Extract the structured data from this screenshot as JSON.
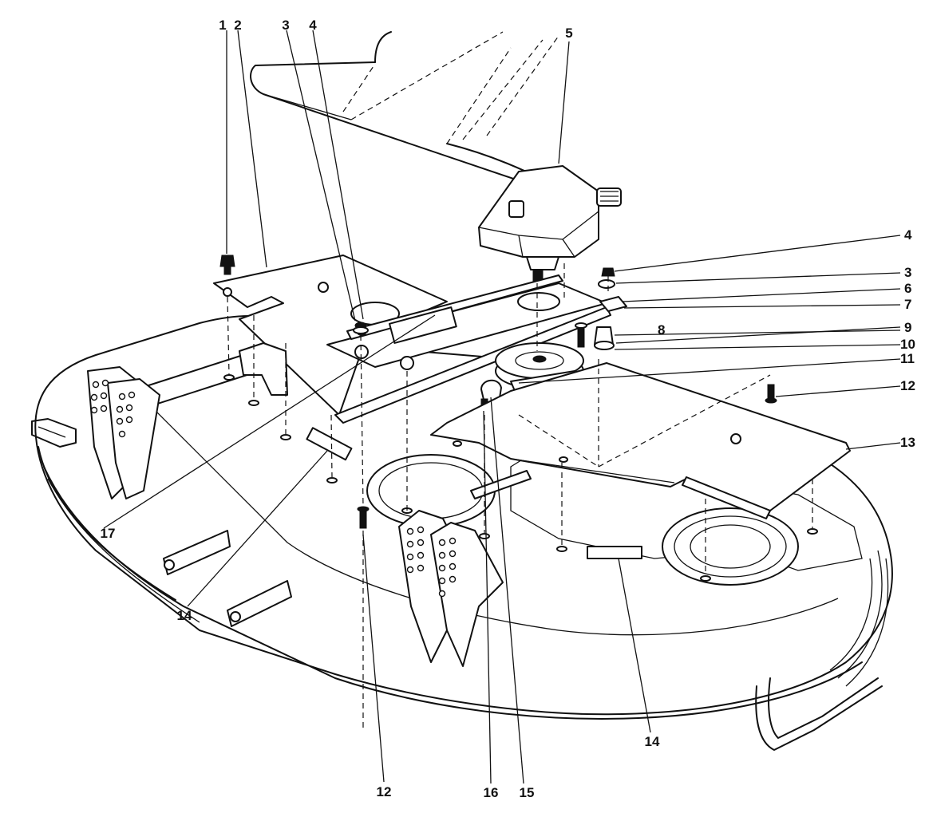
{
  "diagram": {
    "callouts": [
      {
        "id": "c1",
        "text": "1"
      },
      {
        "id": "c2",
        "text": "2"
      },
      {
        "id": "c3a",
        "text": "3"
      },
      {
        "id": "c4a",
        "text": "4"
      },
      {
        "id": "c5",
        "text": "5"
      },
      {
        "id": "c4b",
        "text": "4"
      },
      {
        "id": "c3b",
        "text": "3"
      },
      {
        "id": "c6",
        "text": "6"
      },
      {
        "id": "c7",
        "text": "7"
      },
      {
        "id": "c8",
        "text": "8"
      },
      {
        "id": "c9",
        "text": "9"
      },
      {
        "id": "c10",
        "text": "10"
      },
      {
        "id": "c11",
        "text": "11"
      },
      {
        "id": "c12a",
        "text": "12"
      },
      {
        "id": "c13",
        "text": "13"
      },
      {
        "id": "c17",
        "text": "17"
      },
      {
        "id": "c14a",
        "text": "14"
      },
      {
        "id": "c14b",
        "text": "14"
      },
      {
        "id": "c12b",
        "text": "12"
      },
      {
        "id": "c16",
        "text": "16"
      },
      {
        "id": "c15",
        "text": "15"
      }
    ]
  }
}
